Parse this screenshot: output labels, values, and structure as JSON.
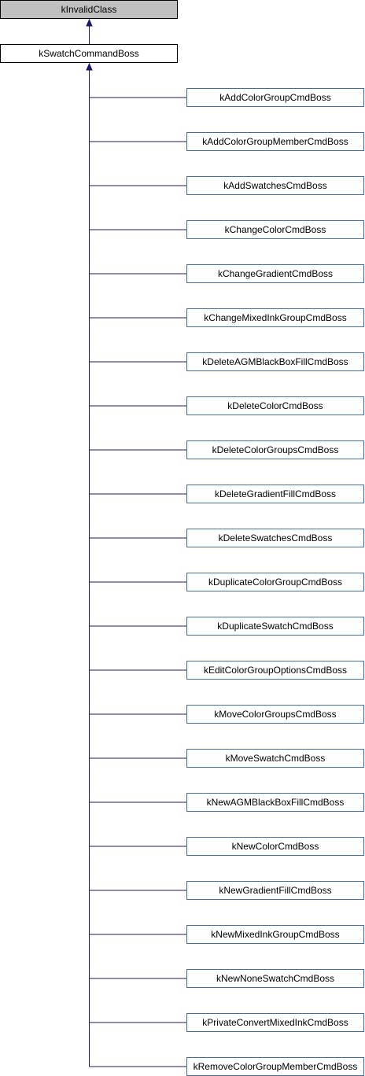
{
  "root": {
    "label": "kInvalidClass",
    "fill": "#c0c0c0"
  },
  "base": {
    "label": "kSwatchCommandBoss",
    "fill": "#ffffff"
  },
  "children": [
    "kAddColorGroupCmdBoss",
    "kAddColorGroupMemberCmdBoss",
    "kAddSwatchesCmdBoss",
    "kChangeColorCmdBoss",
    "kChangeGradientCmdBoss",
    "kChangeMixedInkGroupCmdBoss",
    "kDeleteAGMBlackBoxFillCmdBoss",
    "kDeleteColorCmdBoss",
    "kDeleteColorGroupsCmdBoss",
    "kDeleteGradientFillCmdBoss",
    "kDeleteSwatchesCmdBoss",
    "kDuplicateColorGroupCmdBoss",
    "kDuplicateSwatchCmdBoss",
    "kEditColorGroupOptionsCmdBoss",
    "kMoveColorGroupsCmdBoss",
    "kMoveSwatchCmdBoss",
    "kNewAGMBlackBoxFillCmdBoss",
    "kNewColorCmdBoss",
    "kNewGradientFillCmdBoss",
    "kNewMixedInkGroupCmdBoss",
    "kNewNoneSwatchCmdBoss",
    "kPrivateConvertMixedInkCmdBoss",
    "kRemoveColorGroupMemberCmdBoss"
  ],
  "colors": {
    "edge": "#191970",
    "child_fill": "#ffffff",
    "child_border": "#3a6fb0"
  }
}
